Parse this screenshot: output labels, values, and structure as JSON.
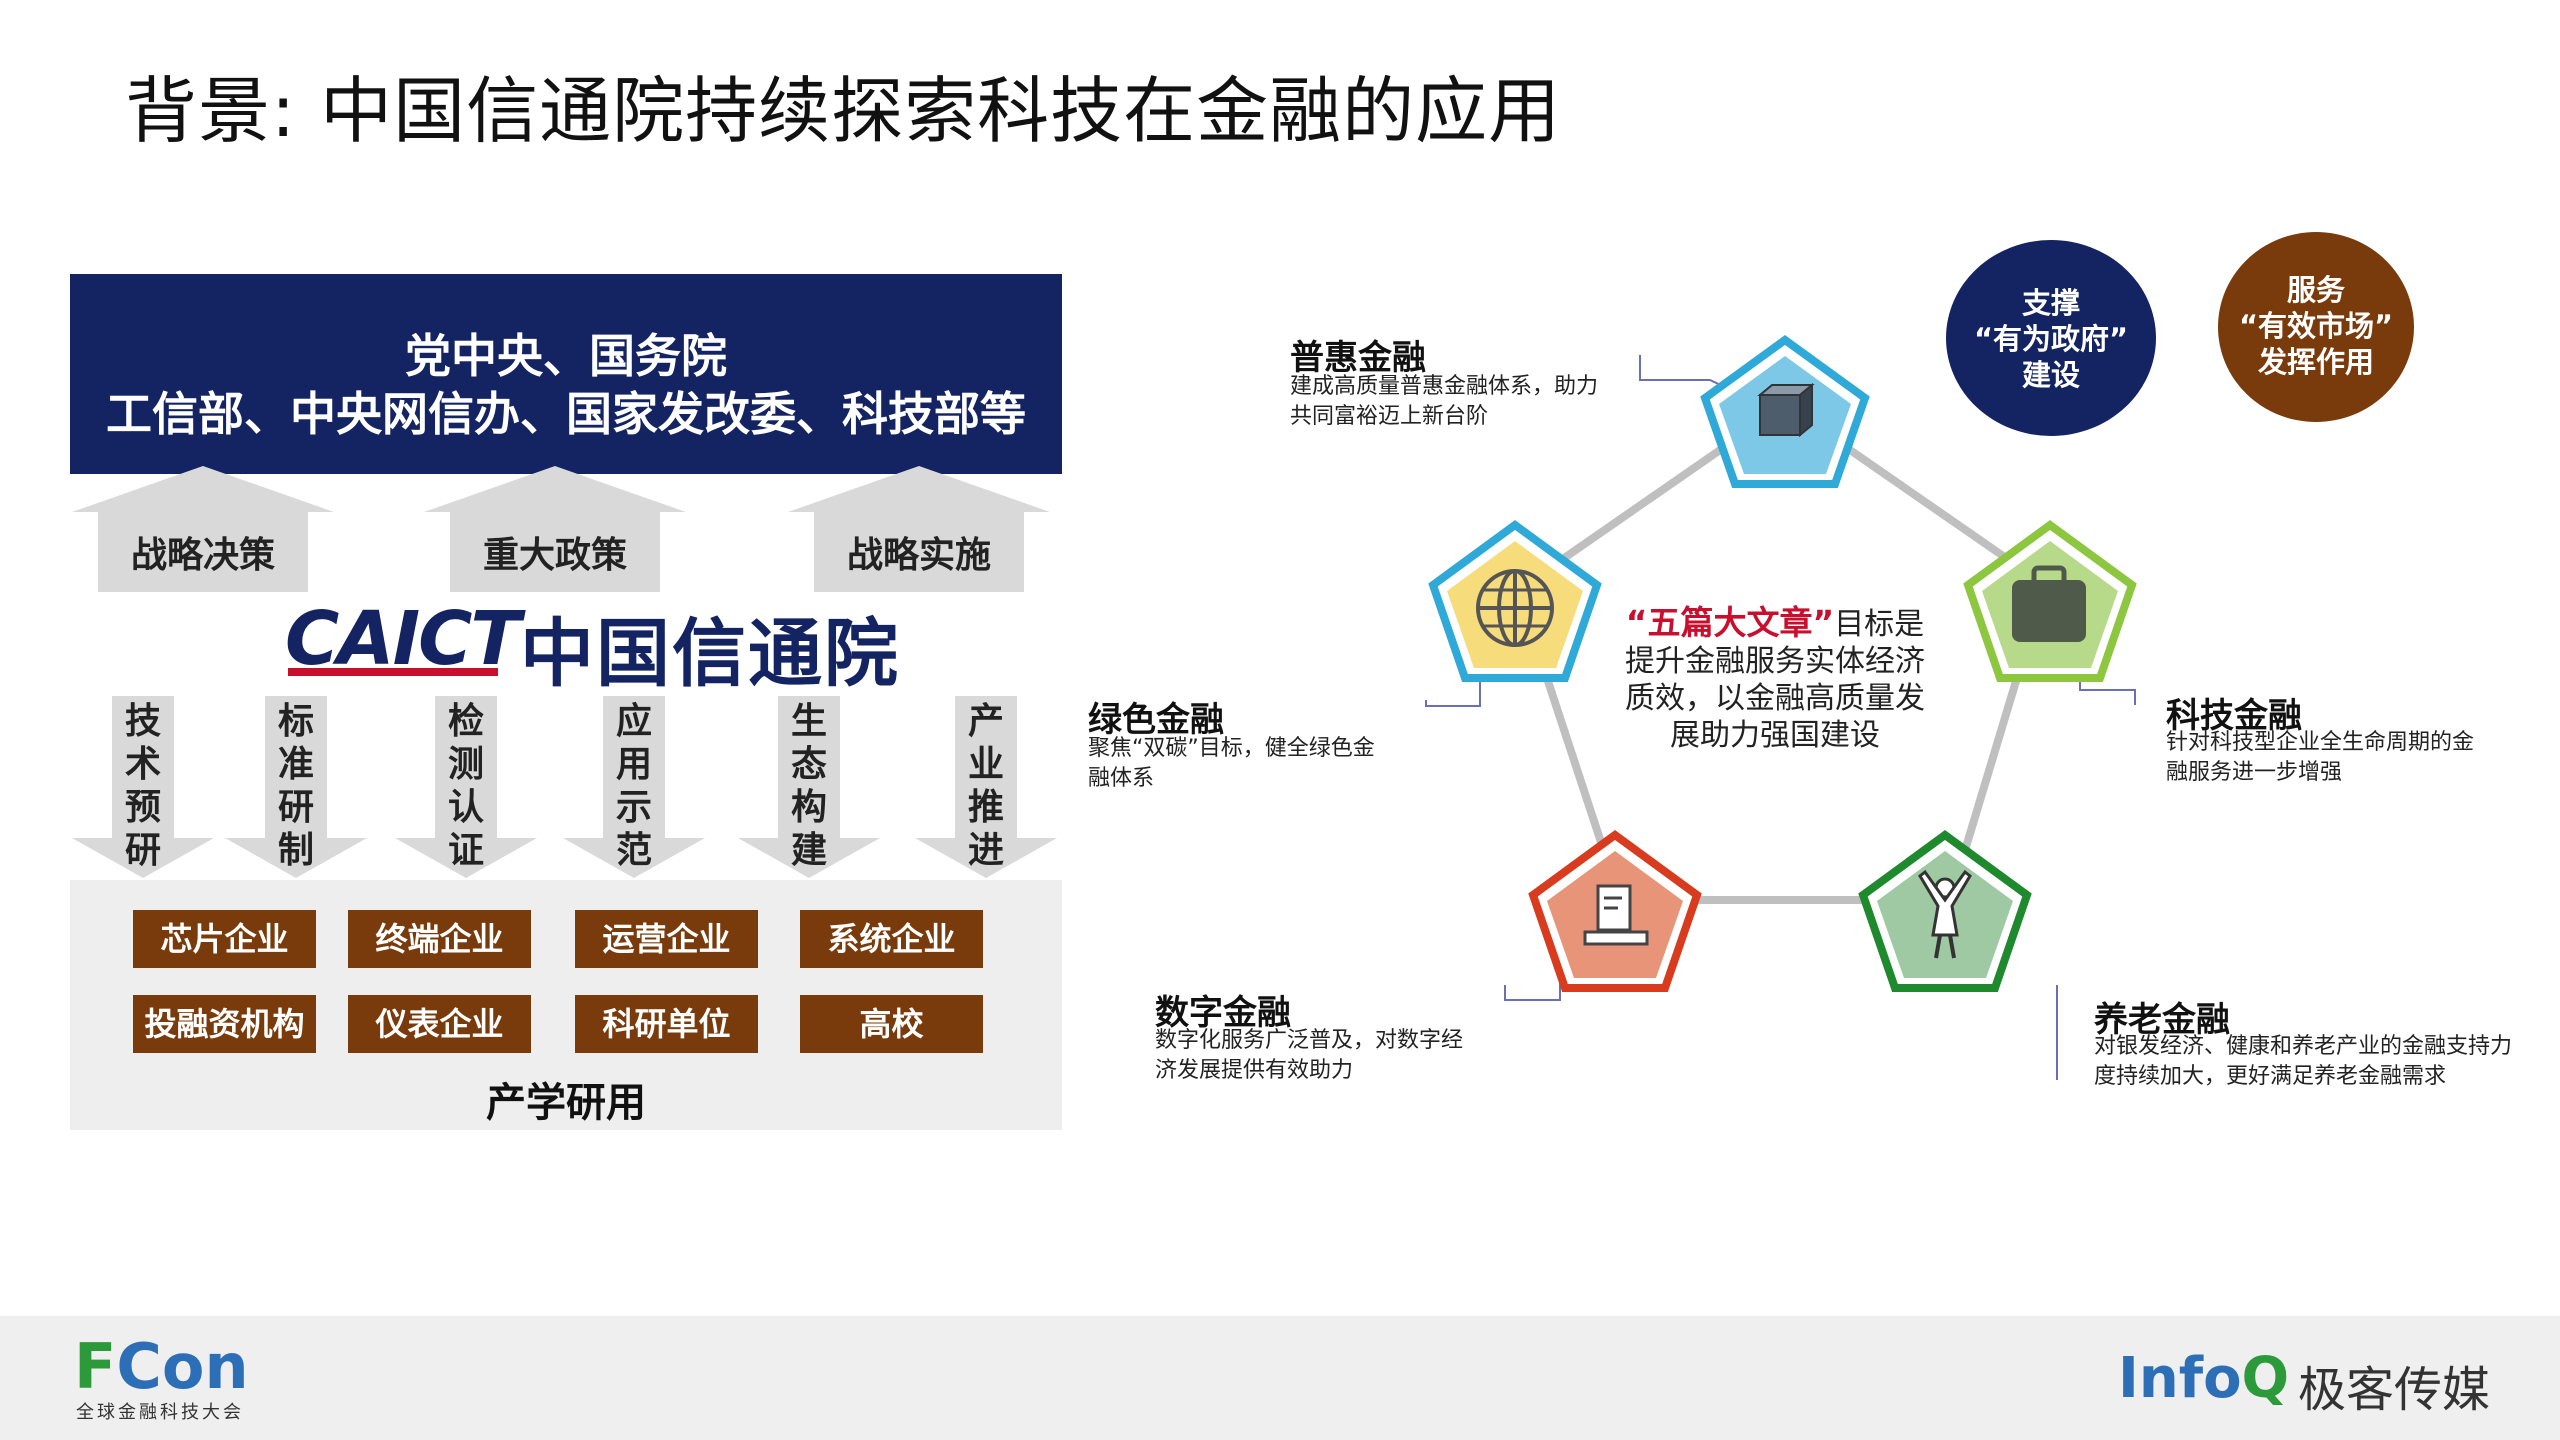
{
  "title": "背景: 中国信通院持续探索科技在金融的应用",
  "left": {
    "top_line1": "党中央、国务院",
    "top_line2": "工信部、中央网信办、国家发改委、科技部等",
    "up_arrows": [
      "战略决策",
      "重大政策",
      "战略实施"
    ],
    "logo_en": "CAICT",
    "logo_cn": "中国信通院",
    "down_arrows": [
      [
        "技",
        "术",
        "预",
        "研"
      ],
      [
        "标",
        "准",
        "研",
        "制"
      ],
      [
        "检",
        "测",
        "认",
        "证"
      ],
      [
        "应",
        "用",
        "示",
        "范"
      ],
      [
        "生",
        "态",
        "构",
        "建"
      ],
      [
        "产",
        "业",
        "推",
        "进"
      ]
    ],
    "enterprises_row1": [
      "芯片企业",
      "终端企业",
      "运营企业",
      "系统企业"
    ],
    "enterprises_row2": [
      "投融资机构",
      "仪表企业",
      "科研单位",
      "高校"
    ],
    "bottom_label": "产学研用"
  },
  "right": {
    "circle_gov": [
      "支撑",
      "“有为政府”",
      "建设"
    ],
    "circle_market": [
      "服务",
      "“有效市场”",
      "发挥作用"
    ],
    "center_red": "“五篇大文章”",
    "center_rest": "目标是提升金融服务实体经济质效，以金融高质量发展助力强国建设",
    "items": {
      "puhui": {
        "title": "普惠金融",
        "desc": "建成高质量普惠金融体系，助力共同富裕迈上新台阶"
      },
      "green": {
        "title": "绿色金融",
        "desc": "聚焦“双碳”目标，健全绿色金融体系"
      },
      "tech": {
        "title": "科技金融",
        "desc": "针对科技型企业全生命周期的金融服务进一步增强"
      },
      "digital": {
        "title": "数字金融",
        "desc": "数字化服务广泛普及，对数字经济发展提供有效助力"
      },
      "pension": {
        "title": "养老金融",
        "desc": "对银发经济、健康和养老产业的金融支持力度持续加大，更好满足养老金融需求"
      }
    },
    "colors": {
      "puhui": "#2fa9d8",
      "green": "#2fa9d8",
      "tech": "#8dc63f",
      "digital": "#d83b1d",
      "pension": "#1e8a2d",
      "gov": "#142462",
      "market": "#7a3b0c"
    }
  },
  "footer": {
    "fcon_f": "F",
    "fcon_con": "Con",
    "fcon_sub": "全球金融科技大会",
    "infoq_main": "Info",
    "infoq_q": "Q",
    "geek": "极客传媒"
  }
}
